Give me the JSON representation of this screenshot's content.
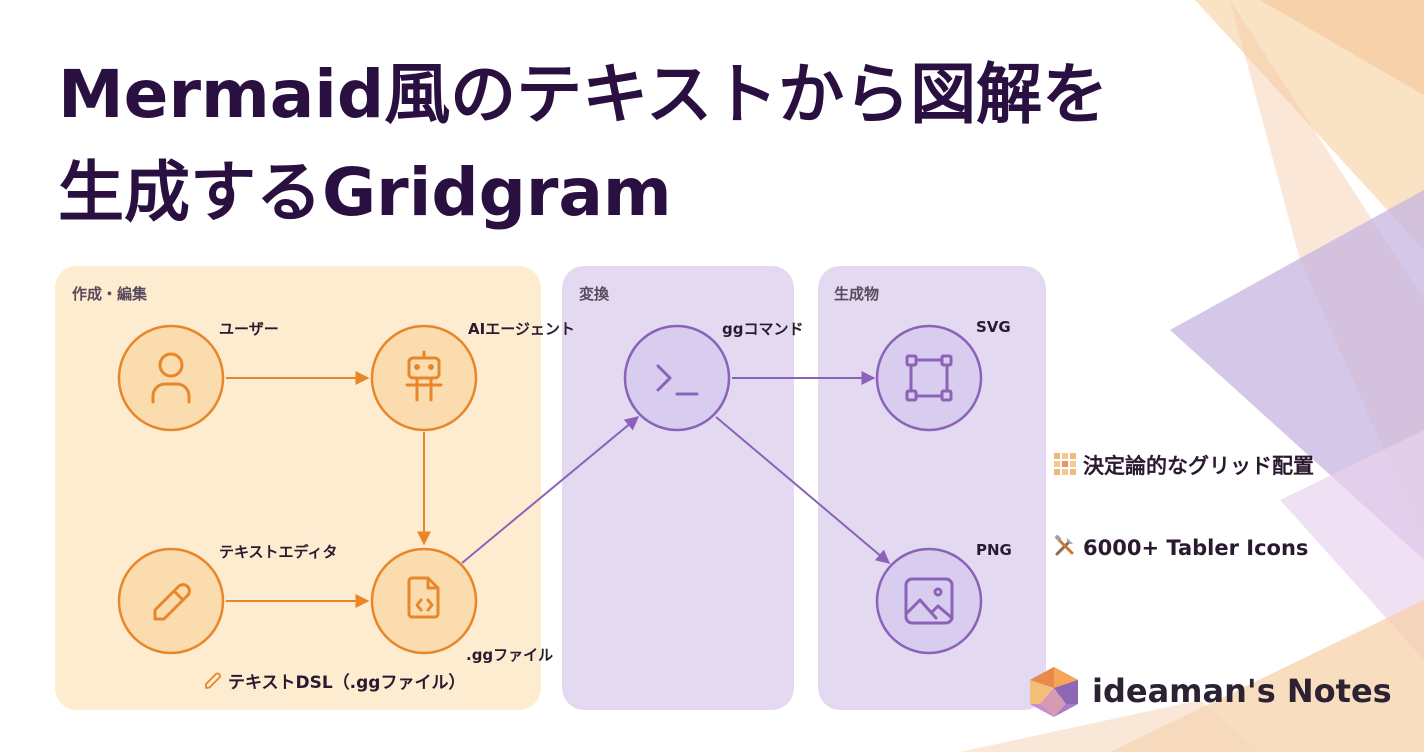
{
  "title": {
    "line1": "Mermaid風のテキストから図解を",
    "line2": "生成するGridgram"
  },
  "panels": [
    {
      "label": "作成・編集"
    },
    {
      "label": "変換"
    },
    {
      "label": "生成物"
    }
  ],
  "nodes": [
    {
      "id": "user",
      "label": "ユーザー",
      "icon": "user-icon"
    },
    {
      "id": "ai",
      "label": "AIエージェント",
      "icon": "robot-icon"
    },
    {
      "id": "editor",
      "label": "テキストエディタ",
      "icon": "pencil-icon"
    },
    {
      "id": "file",
      "label": ".ggファイル",
      "icon": "file-code-icon"
    },
    {
      "id": "cmd",
      "label": "ggコマンド",
      "icon": "terminal-icon"
    },
    {
      "id": "svg",
      "label": "SVG",
      "icon": "vector-square-icon"
    },
    {
      "id": "png",
      "label": "PNG",
      "icon": "photo-icon"
    }
  ],
  "edges": [
    {
      "from": "user",
      "to": "ai"
    },
    {
      "from": "ai",
      "to": "file"
    },
    {
      "from": "editor",
      "to": "file"
    },
    {
      "from": "file",
      "to": "cmd"
    },
    {
      "from": "cmd",
      "to": "svg"
    },
    {
      "from": "cmd",
      "to": "png"
    }
  ],
  "dsl_note": {
    "icon": "pencil-icon",
    "text": "テキストDSL（.ggファイル）"
  },
  "features": [
    {
      "icon": "grid-icon",
      "text": "決定論的なグリッド配置"
    },
    {
      "icon": "tools-icon",
      "text": "6000+ Tabler Icons"
    }
  ],
  "brand": {
    "icon": "gem-logo-icon",
    "text": "ideaman's Notes"
  },
  "colors": {
    "title": "#2a1040",
    "orange": "#e8862a",
    "orange_fill": "#fbe0b2",
    "purple": "#8a62b8",
    "purple_fill": "#dcd2ef"
  }
}
